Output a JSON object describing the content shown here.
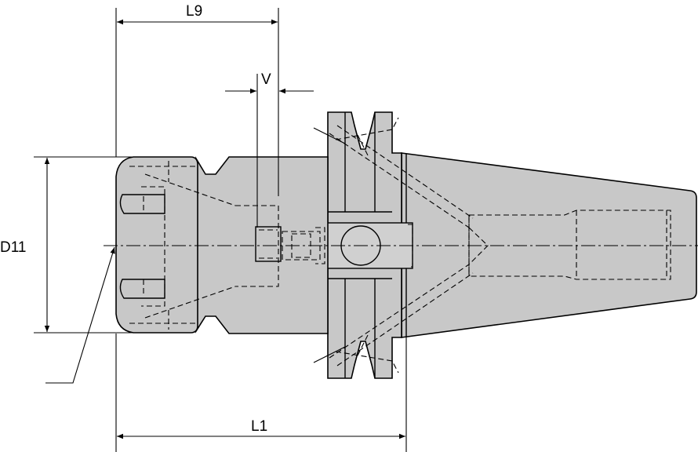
{
  "labels": {
    "l9": "L9",
    "v": "V",
    "d11": "D11",
    "l1": "L1"
  },
  "colors": {
    "body_fill": "#c8c8c8",
    "line": "#000000",
    "background": "#ffffff"
  }
}
